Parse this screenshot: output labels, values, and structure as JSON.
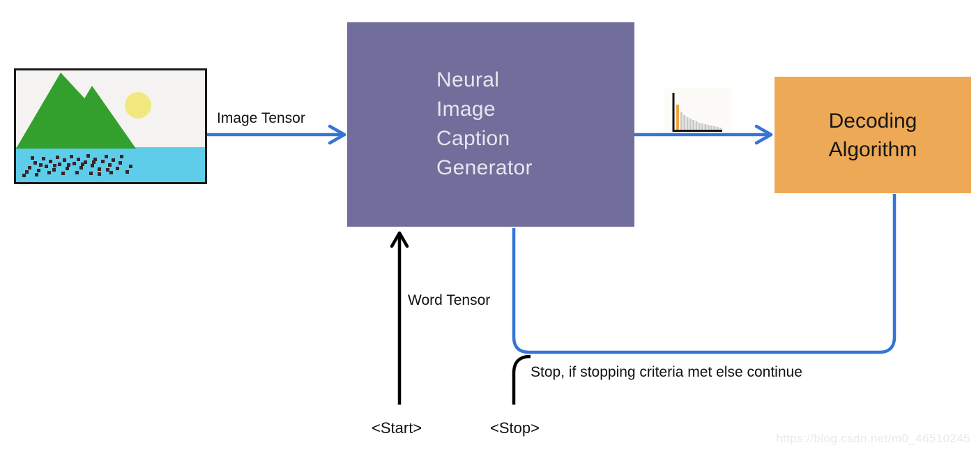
{
  "diagram": {
    "title_hint": "neural image caption generation flow",
    "input_image": {
      "icon": "scenery-image-icon",
      "elements": [
        "mountains",
        "sun",
        "water",
        "pebbles"
      ]
    },
    "edges": {
      "image_tensor_label": "Image Tensor",
      "word_tensor_label": "Word Tensor",
      "feedback_label": "Stop, if stopping criteria met else continue"
    },
    "generator": {
      "lines": [
        "Neural",
        "Image",
        "Caption",
        "Generator"
      ]
    },
    "decoder": {
      "label": "Decoding Algorithm"
    },
    "tokens": {
      "start": "<Start>",
      "stop": "<Stop>"
    },
    "icons": {
      "distribution": "probability-distribution-histogram-icon"
    }
  },
  "watermark": "https://blog.csdn.net/m0_46510245",
  "colors": {
    "arrow_blue": "#3575d5",
    "line_black": "#000000",
    "generator_fill": "#716e9b",
    "generator_text": "#e7e5ee",
    "decoder_fill": "#eda955",
    "decoder_text": "#161616",
    "mountain_green": "#33a02e",
    "water_cyan": "#5ecdea",
    "sun_yellow": "#f1e97f",
    "pebble_brown": "#3b2326",
    "histogram_bar_orange": "#f0a43c",
    "histogram_bar_gray": "#c8c8c8",
    "watermark_gray": "#e9e9e9"
  }
}
